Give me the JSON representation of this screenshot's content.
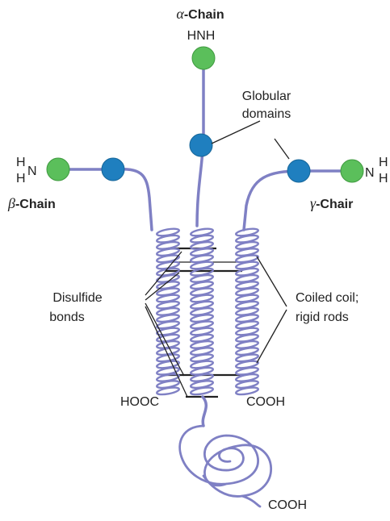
{
  "colors": {
    "chain": "#7f80c4",
    "globule_green": "#5bbf5b",
    "globule_blue": "#1f7fbf",
    "line": "#222222",
    "text": "#222222"
  },
  "alpha": {
    "greek": "α",
    "suffix": "-Chain",
    "terminus": "HNH"
  },
  "beta": {
    "greek": "β",
    "suffix": "-Chain",
    "h_top": "H",
    "h_bottom": "H",
    "n": "N"
  },
  "gamma": {
    "greek": "γ",
    "suffix": "-Chair",
    "n": "N",
    "h_top": "H",
    "h_bottom": "H"
  },
  "labels": {
    "globular_line1": "Globular",
    "globular_line2": "domains",
    "disulfide_line1": "Disulfide",
    "disulfide_line2": "bonds",
    "coiled_line1": "Coiled coil;",
    "coiled_line2": "rigid rods",
    "hooc_left": "HOOC",
    "cooh_right": "COOH",
    "cooh_bottom": "COOH"
  }
}
